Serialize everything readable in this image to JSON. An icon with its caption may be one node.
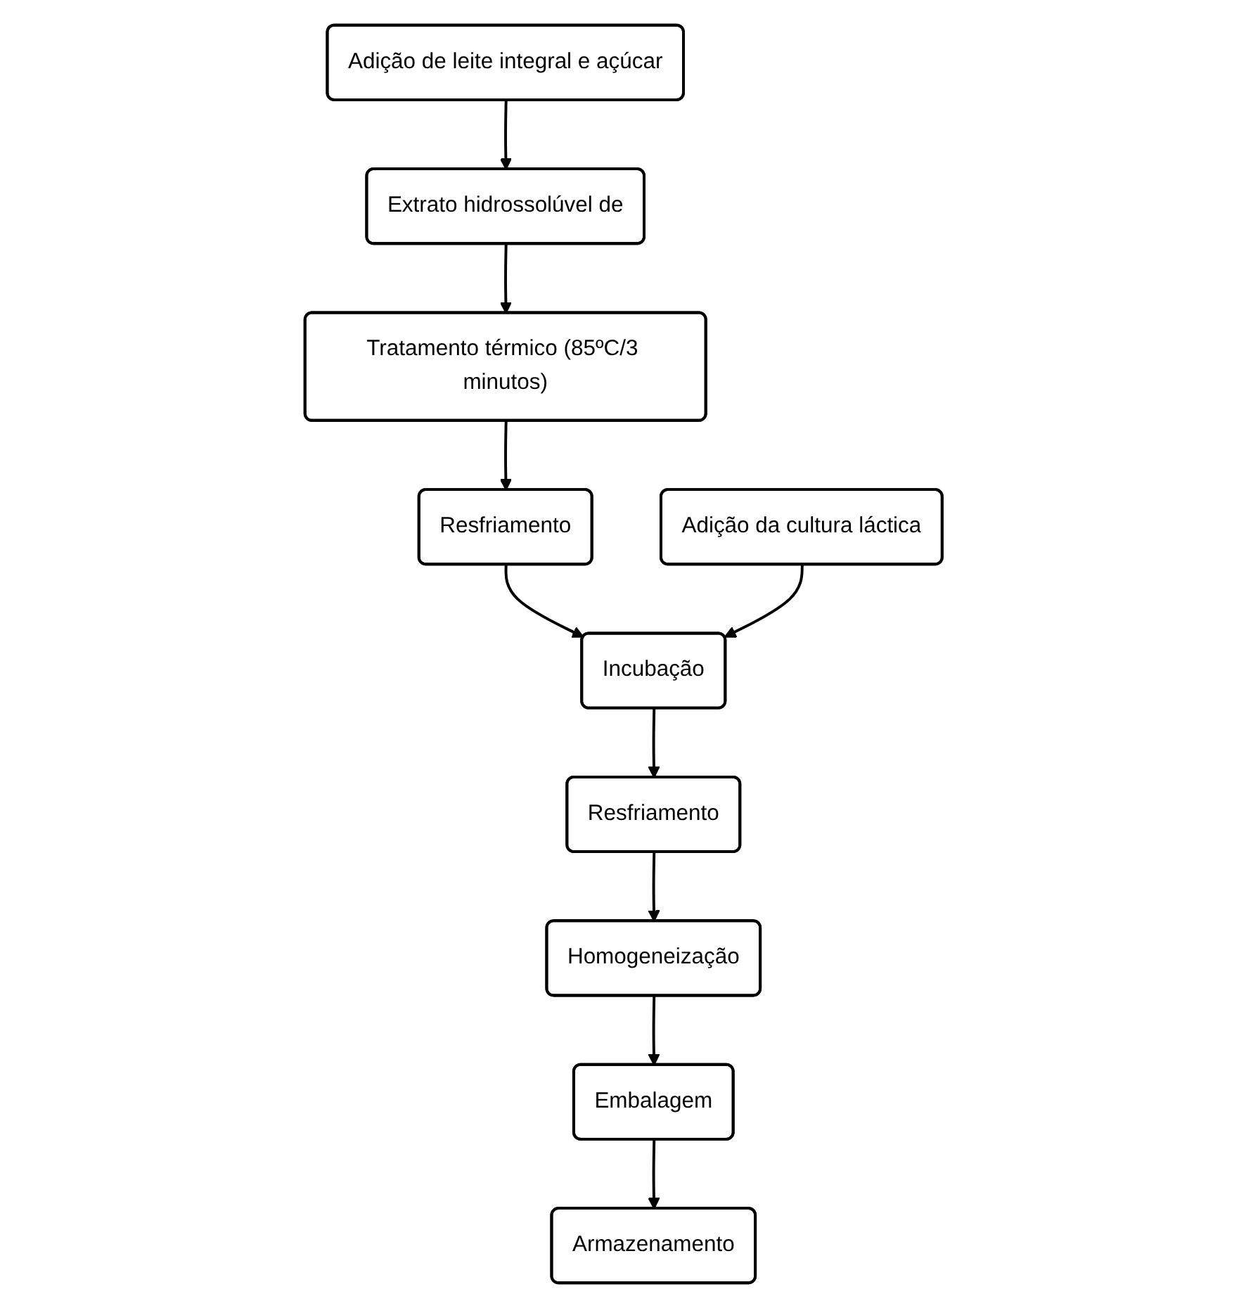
{
  "diagram": {
    "nodes": [
      {
        "text": [
          "Adição de leite integral e açúcar"
        ]
      },
      {
        "text": [
          "Extrato hidrossolúvel de"
        ]
      },
      {
        "text": [
          "Tratamento térmico (85ºC/3 minutos)"
        ]
      },
      {
        "text": [
          "Resfriamento"
        ]
      },
      {
        "text": [
          "Adição da cultura láctica"
        ]
      },
      {
        "text": [
          "Incubação"
        ]
      },
      {
        "text": [
          "Resfriamento"
        ]
      },
      {
        "text": [
          "Homogeneização"
        ]
      },
      {
        "text": [
          "Embalagem"
        ]
      },
      {
        "text": [
          "Armazenamento"
        ]
      }
    ],
    "edges": [
      {
        "from": 0,
        "to": 1,
        "arrow": "to"
      },
      {
        "from": 1,
        "to": 2,
        "arrow": "to"
      },
      {
        "from": 2,
        "to": 3,
        "arrow": "to"
      },
      {
        "from": 3,
        "to": 5,
        "arrow": "to"
      },
      {
        "from": 4,
        "to": 5,
        "arrow": "to"
      },
      {
        "from": 5,
        "to": 6,
        "arrow": "to"
      },
      {
        "from": 6,
        "to": 7,
        "arrow": "to"
      },
      {
        "from": 7,
        "to": 8,
        "arrow": "to"
      },
      {
        "from": 8,
        "to": 9,
        "arrow": "to"
      }
    ]
  }
}
